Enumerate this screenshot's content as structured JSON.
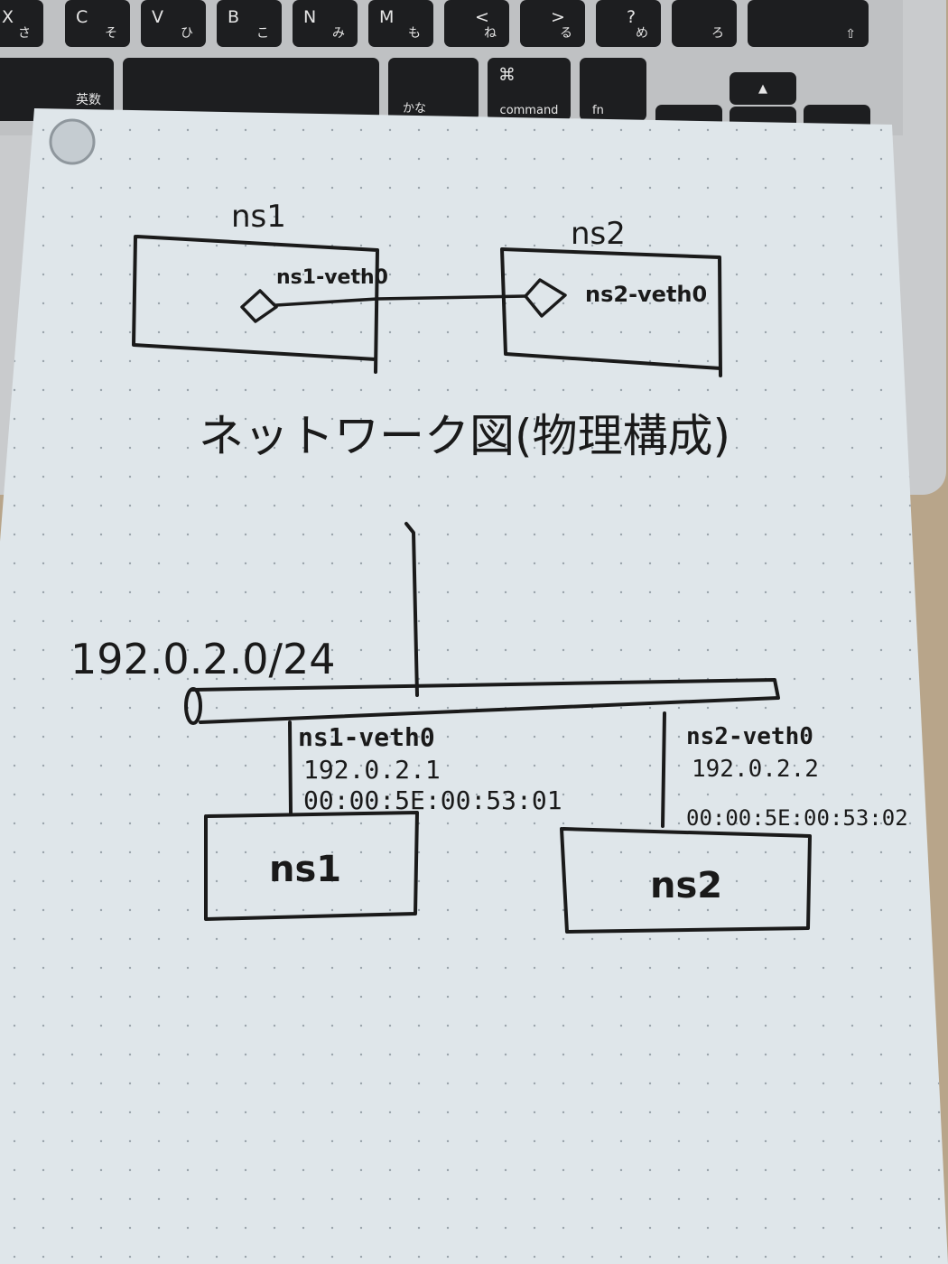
{
  "keyboard": {
    "keys": [
      {
        "main": "X",
        "sub": "さ"
      },
      {
        "main": "C",
        "sub": "そ"
      },
      {
        "main": "V",
        "sub": "ひ"
      },
      {
        "main": "B",
        "sub": "こ"
      },
      {
        "main": "N",
        "sub": "み"
      },
      {
        "main": "M",
        "sub": "も"
      },
      {
        "main": "<",
        "sub": "ね"
      },
      {
        "main": ">",
        "sub": "る"
      },
      {
        "main": "?",
        "sub": "め"
      },
      {
        "main": "",
        "sub": "ろ"
      }
    ],
    "eisu_label": "英数",
    "kana_label": "かな",
    "command_symbol": "⌘",
    "command_label": "command",
    "fn_label": "fn",
    "shift_symbol": "⇧",
    "arrow_up_symbol": "▲"
  },
  "physical_diagram": {
    "ns1_label": "ns1",
    "ns2_label": "ns2",
    "ns1_veth_label": "ns1-veth0",
    "ns2_veth_label": "ns2-veth0"
  },
  "title": "ネットワーク図(物理構成)",
  "logical_diagram": {
    "subnet_label": "192.0.2.0/24",
    "ns1": {
      "iface": "ns1-veth0",
      "ip": "192.0.2.1",
      "mac": "00:00:5E:00:53:01",
      "box_label": "ns1"
    },
    "ns2": {
      "iface": "ns2-veth0",
      "ip": "192.0.2.2",
      "mac": "00:00:5E:00:53:02",
      "box_label": "ns2"
    }
  },
  "colors": {
    "board": "#dfe6ea",
    "ink": "#1a1a1a",
    "keyboard_key": "#1d1e20",
    "laptop": "#c9cbcd",
    "desk": "#b8a58a"
  }
}
